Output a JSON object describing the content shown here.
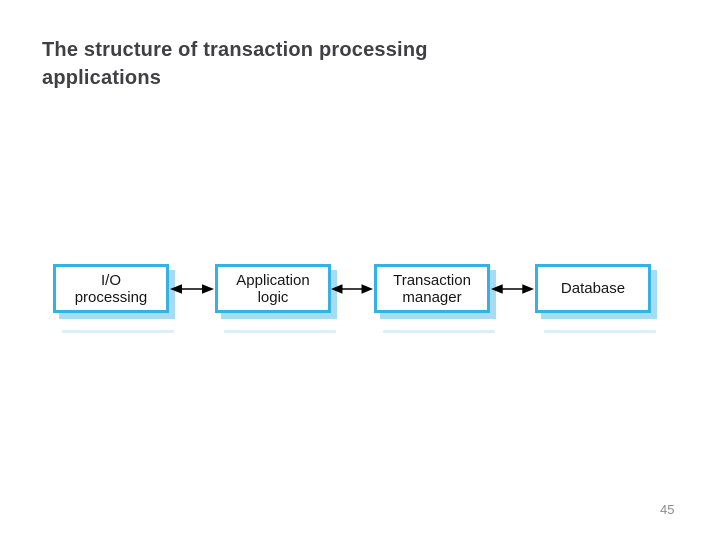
{
  "slide": {
    "title_line1": "The structure of transaction processing",
    "title_line2": "applications",
    "page_number": "45"
  },
  "diagram": {
    "description": "four boxes linked by double-headed arrows",
    "boxes": [
      {
        "line1": "I/O",
        "line2": "processing"
      },
      {
        "line1": "Application",
        "line2": "logic"
      },
      {
        "line1": "Transaction",
        "line2": "manager"
      },
      {
        "line1": "Database",
        "line2": ""
      }
    ],
    "connector": "double-headed-arrow"
  },
  "colors": {
    "title_text": "#3f3f45",
    "box_border": "#35b2e5",
    "box_fill": "#ffffff",
    "box_shadow": "#a8daf0",
    "box_text": "#161616",
    "arrow": "#000000",
    "page_number_text": "#8b8b8b",
    "background": "#ffffff"
  }
}
